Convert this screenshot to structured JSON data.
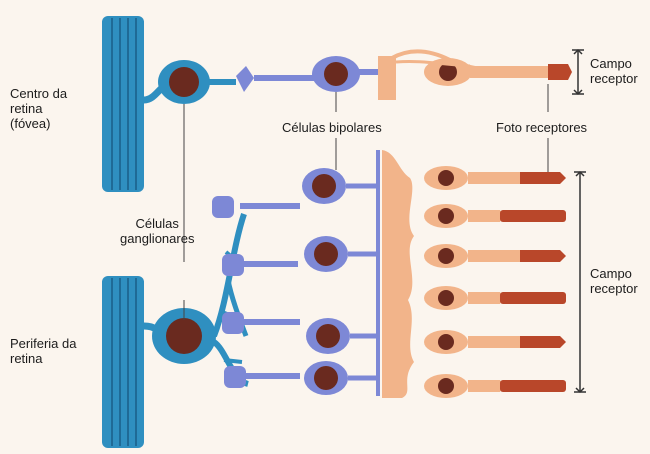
{
  "labels": {
    "centro": "Centro da\nretina\n(fóvea)",
    "periferia": "Periferia da\nretina",
    "ganglionares": "Células\nganglionares",
    "bipolares": "Células bipolares",
    "foto": "Foto receptores",
    "campo_top": "Campo\nreceptor",
    "campo_bottom": "Campo\nreceptor"
  },
  "colors": {
    "ganglion_blue": "#2f8fc0",
    "bipolar_blue": "#7d88d6",
    "photoreceptor_peach": "#f2b48a",
    "photoreceptor_dark": "#b9472a",
    "nucleus_brown": "#6a2a1f"
  }
}
